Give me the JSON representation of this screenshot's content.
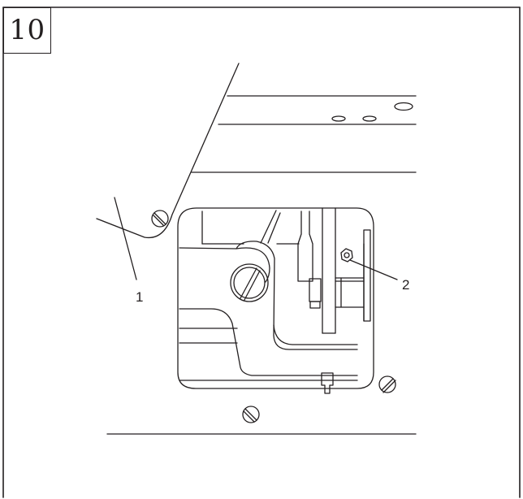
{
  "page": {
    "number": "10"
  },
  "callouts": [
    {
      "id": "1",
      "text": "1"
    },
    {
      "id": "2",
      "text": "2"
    }
  ]
}
